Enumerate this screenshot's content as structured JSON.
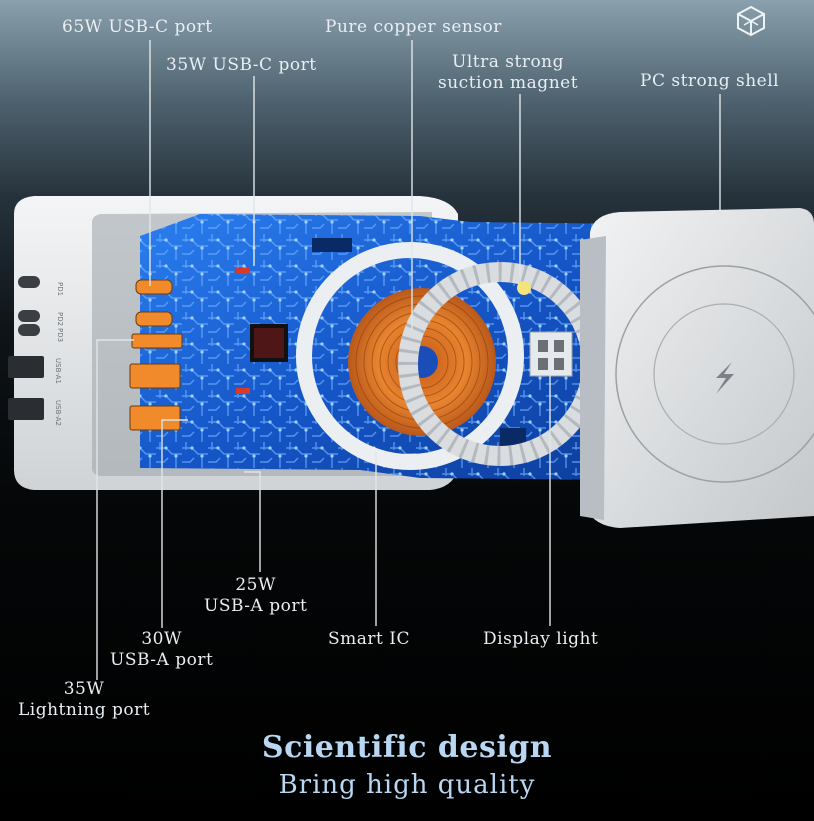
{
  "labels": {
    "usbc_65": "65W USB-C port",
    "usbc_35": "35W USB-C port",
    "copper_sensor": "Pure copper sensor",
    "suction_magnet_line1": "Ultra strong",
    "suction_magnet_line2": "suction magnet",
    "pc_shell": "PC strong shell",
    "usba_25_watt": "25W",
    "usba_25_port": "USB-A port",
    "usba_30_watt": "30W",
    "usba_30_port": "USB-A port",
    "lightning_watt": "35W",
    "lightning_port": "Lightning port",
    "smart_ic": "Smart IC",
    "display_light": "Display light"
  },
  "port_markings": [
    "PD1",
    "PD2",
    "PD3",
    "USB-A1",
    "USB-A2"
  ],
  "headline": "Scientific design",
  "subline": "Bring high quality",
  "logo_icon": "cube-logo-icon",
  "colors": {
    "text": "#e9eef2",
    "headline": "#b9d6f2",
    "circuit_board": "#1a5fd6",
    "copper_coil": "#e07a28",
    "port_orange": "#f08a2a",
    "shell": "#e8eaec"
  }
}
